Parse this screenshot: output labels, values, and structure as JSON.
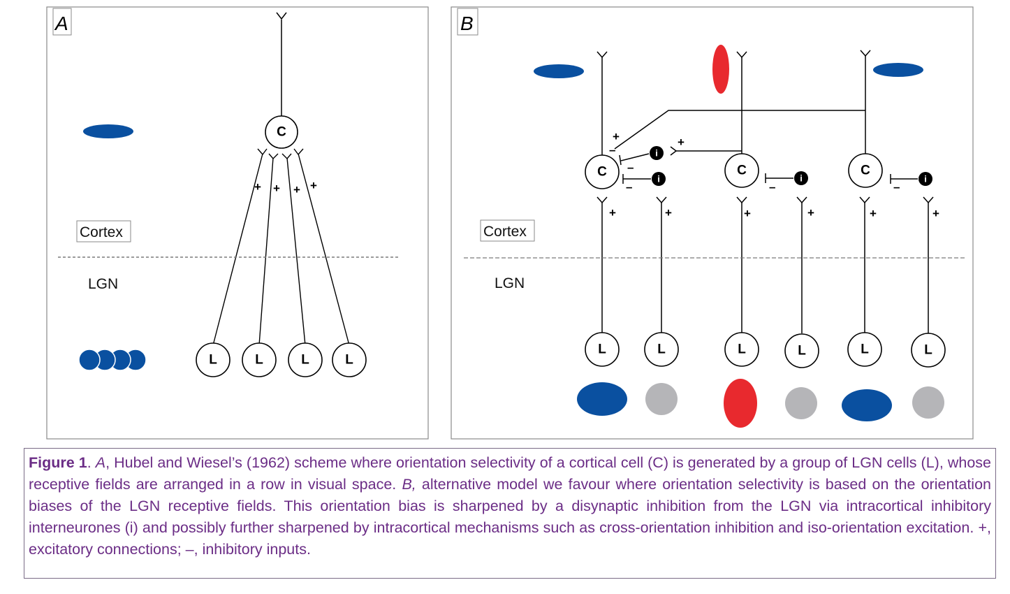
{
  "panel_a": {
    "letter": "A",
    "cortex_label": "Cortex",
    "lgn_label": "LGN",
    "cortical_cell": "C",
    "lgn_cells": [
      "L",
      "L",
      "L",
      "L"
    ],
    "signs": [
      "+",
      "+",
      "+",
      "+"
    ]
  },
  "panel_b": {
    "letter": "B",
    "cortex_label": "Cortex",
    "lgn_label": "LGN",
    "cortical_cells": [
      "C",
      "C",
      "C"
    ],
    "lgn_cells": [
      "L",
      "L",
      "L",
      "L",
      "L",
      "L"
    ],
    "interneuron": "i",
    "plus": "+",
    "minus": "–"
  },
  "colors": {
    "blue": "#0a50a0",
    "red": "#e8292e",
    "grey": "#b5b5b8",
    "caption": "#6b2d86"
  },
  "caption": {
    "figure_label": "Figure 1",
    "sep1": ". ",
    "a_letter": "A",
    "part1": ", Hubel and Wiesel’s (1962) scheme where orientation selectivity of a cortical cell (C) is generated by a group of LGN cells (L), whose receptive fields are arranged in a row in visual space. ",
    "b_letter": "B,",
    "part2": " alternative model we favour where orientation selectivity is based on the orientation biases of the LGN receptive fields. This orientation bias is sharpened by a disynaptic inhibition from the LGN via intracortical inhibitory interneurones (i) and possibly further sharpened by intracortical mechanisms such as cross-orientation inhibition and iso-orientation excitation. +, excitatory connections; –, inhibitory inputs."
  }
}
